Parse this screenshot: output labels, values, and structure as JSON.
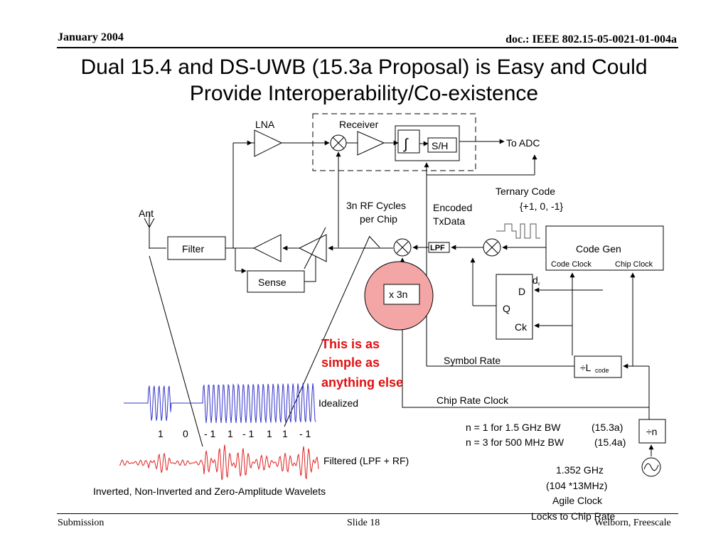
{
  "header": {
    "date": "January 2004",
    "doc": "doc.: IEEE 802.15-05-0021-01-004a"
  },
  "title": {
    "line1": "Dual 15.4 and DS-UWB (15.3a Proposal) is Easy and Could",
    "line2": "Provide Interoperability/Co-existence"
  },
  "footer": {
    "left": "Submission",
    "center": "Slide 18",
    "right": "Welborn, Freescale"
  },
  "diagram": {
    "lna": "LNA",
    "receiver": "Receiver",
    "integrator": "∫",
    "sample_hold": "S/H",
    "to_adc": "To ADC",
    "ant": "Ant",
    "filter": "Filter",
    "sense": "Sense",
    "rf_cycles_1": "3n RF Cycles",
    "rf_cycles_2": "per Chip",
    "encoded_1": "Encoded",
    "encoded_2": "TxData",
    "lpf": "LPF",
    "ternary_1": "Ternary Code",
    "ternary_2": "{+1, 0, -1}",
    "code_gen": "Code Gen",
    "code_clock": "Code Clock",
    "chip_clock": "Chip Clock",
    "x3n": "x 3n",
    "ff_d": "D",
    "ff_q": "Q",
    "ff_ck": "Ck",
    "dr_main": "d",
    "dr_sub": "r",
    "symbol_rate": "Symbol Rate",
    "div_l_main": "÷L",
    "div_l_sub": "code",
    "chip_rate_clock": "Chip Rate Clock",
    "div_n": "÷n",
    "n1_line": "n = 1 for 1.5 GHz BW",
    "n1_std": "(15.3a)",
    "n3_line": "n = 3 for 500 MHz BW",
    "n3_std": "(15.4a)",
    "osc_1": "1.352 GHz",
    "osc_2": "(104 *13MHz)",
    "osc_3": "Agile Clock",
    "osc_4": "Locks to Chip Rate",
    "callout_1": "This is as",
    "callout_2": "simple as",
    "callout_3": "anything else",
    "idealized": "Idealized",
    "filtered": "Filtered (LPF + RF)",
    "wavelets": "Inverted, Non-Inverted and Zero-Amplitude Wavelets",
    "bits": [
      "1",
      "0",
      "- 1",
      "1",
      "- 1",
      "1",
      "1",
      "- 1"
    ]
  },
  "colors": {
    "wave_ideal": "#3333cc",
    "wave_filtered": "#e02020",
    "callout": "#e01010",
    "x3n_fill": "#f4a6a6"
  }
}
